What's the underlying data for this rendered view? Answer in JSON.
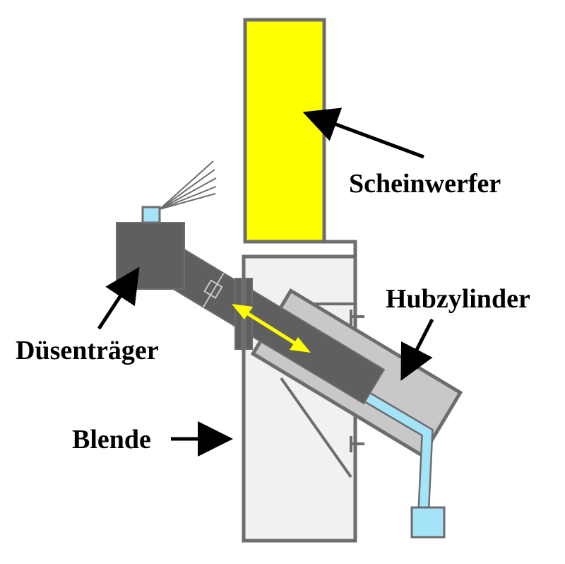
{
  "labels": {
    "headlight": "Scheinwerfer",
    "lift_cylinder": "Hubzylinder",
    "nozzle_carrier": "Düsenträger",
    "cover": "Blende"
  },
  "colors": {
    "headlight": "#ffff00",
    "housing": "#f0f1f0",
    "outline": "#6d6d6d",
    "cylinder": "#c8c8c8",
    "carrier": "#5f5f5f",
    "water": "#a5e3f8",
    "motion_arrow": "#ffff00",
    "pointer": "#000000"
  }
}
